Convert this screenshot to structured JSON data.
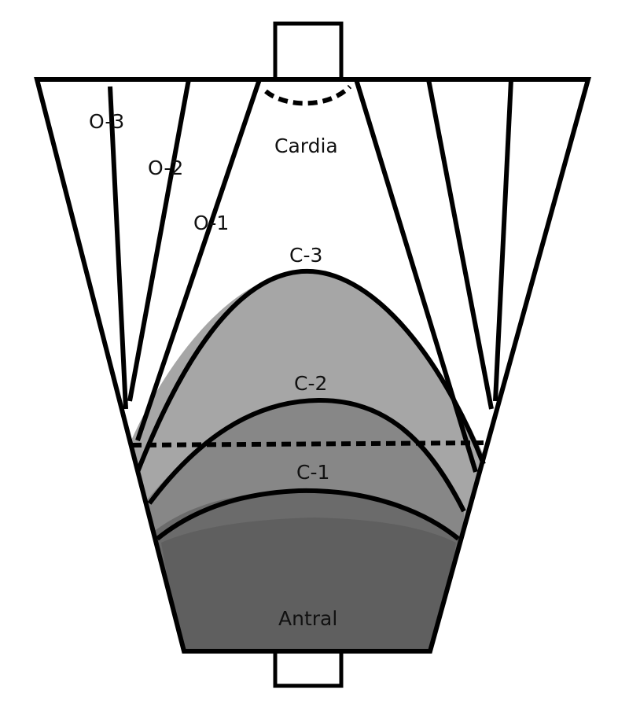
{
  "labels": {
    "cardia": "Cardia",
    "antral": "Antral",
    "o1": "O-1",
    "o2": "O-2",
    "o3": "O-3",
    "c1": "C-1",
    "c2": "C-2",
    "c3": "C-3"
  },
  "colors": {
    "background": "#ffffff",
    "stroke": "#000000",
    "c3_region": "#a6a6a6",
    "c2_region": "#878787",
    "c1_region": "#6b6b6b",
    "antral_region": "#5f5f5f"
  }
}
